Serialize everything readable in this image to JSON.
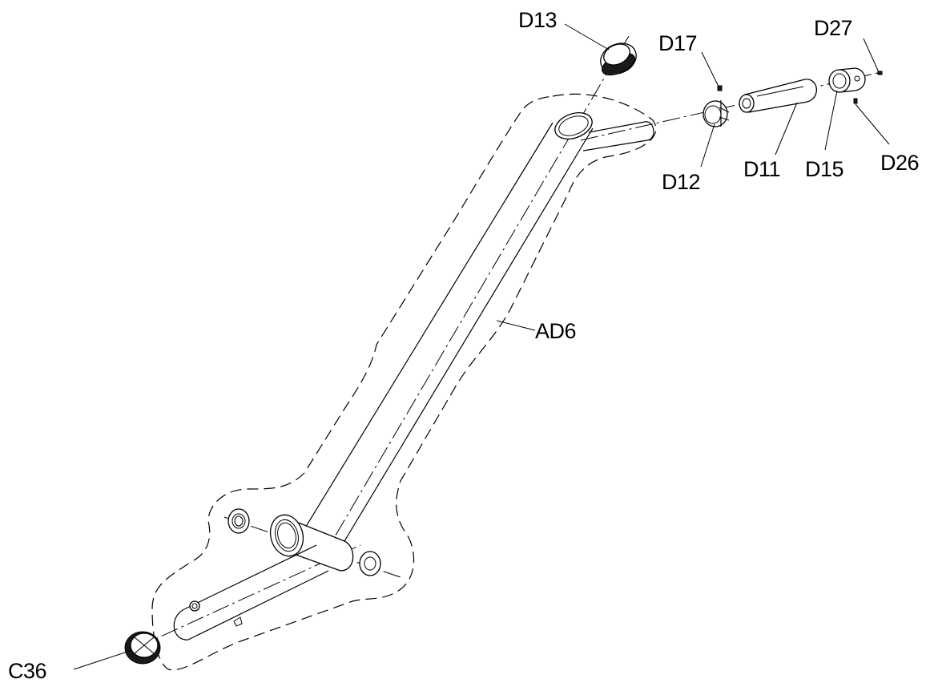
{
  "labels": {
    "d13": "D13",
    "d17": "D17",
    "d27": "D27",
    "d12": "D12",
    "d11": "D11",
    "d15": "D15",
    "d26": "D26",
    "ad6": "AD6",
    "c36": "C36"
  }
}
